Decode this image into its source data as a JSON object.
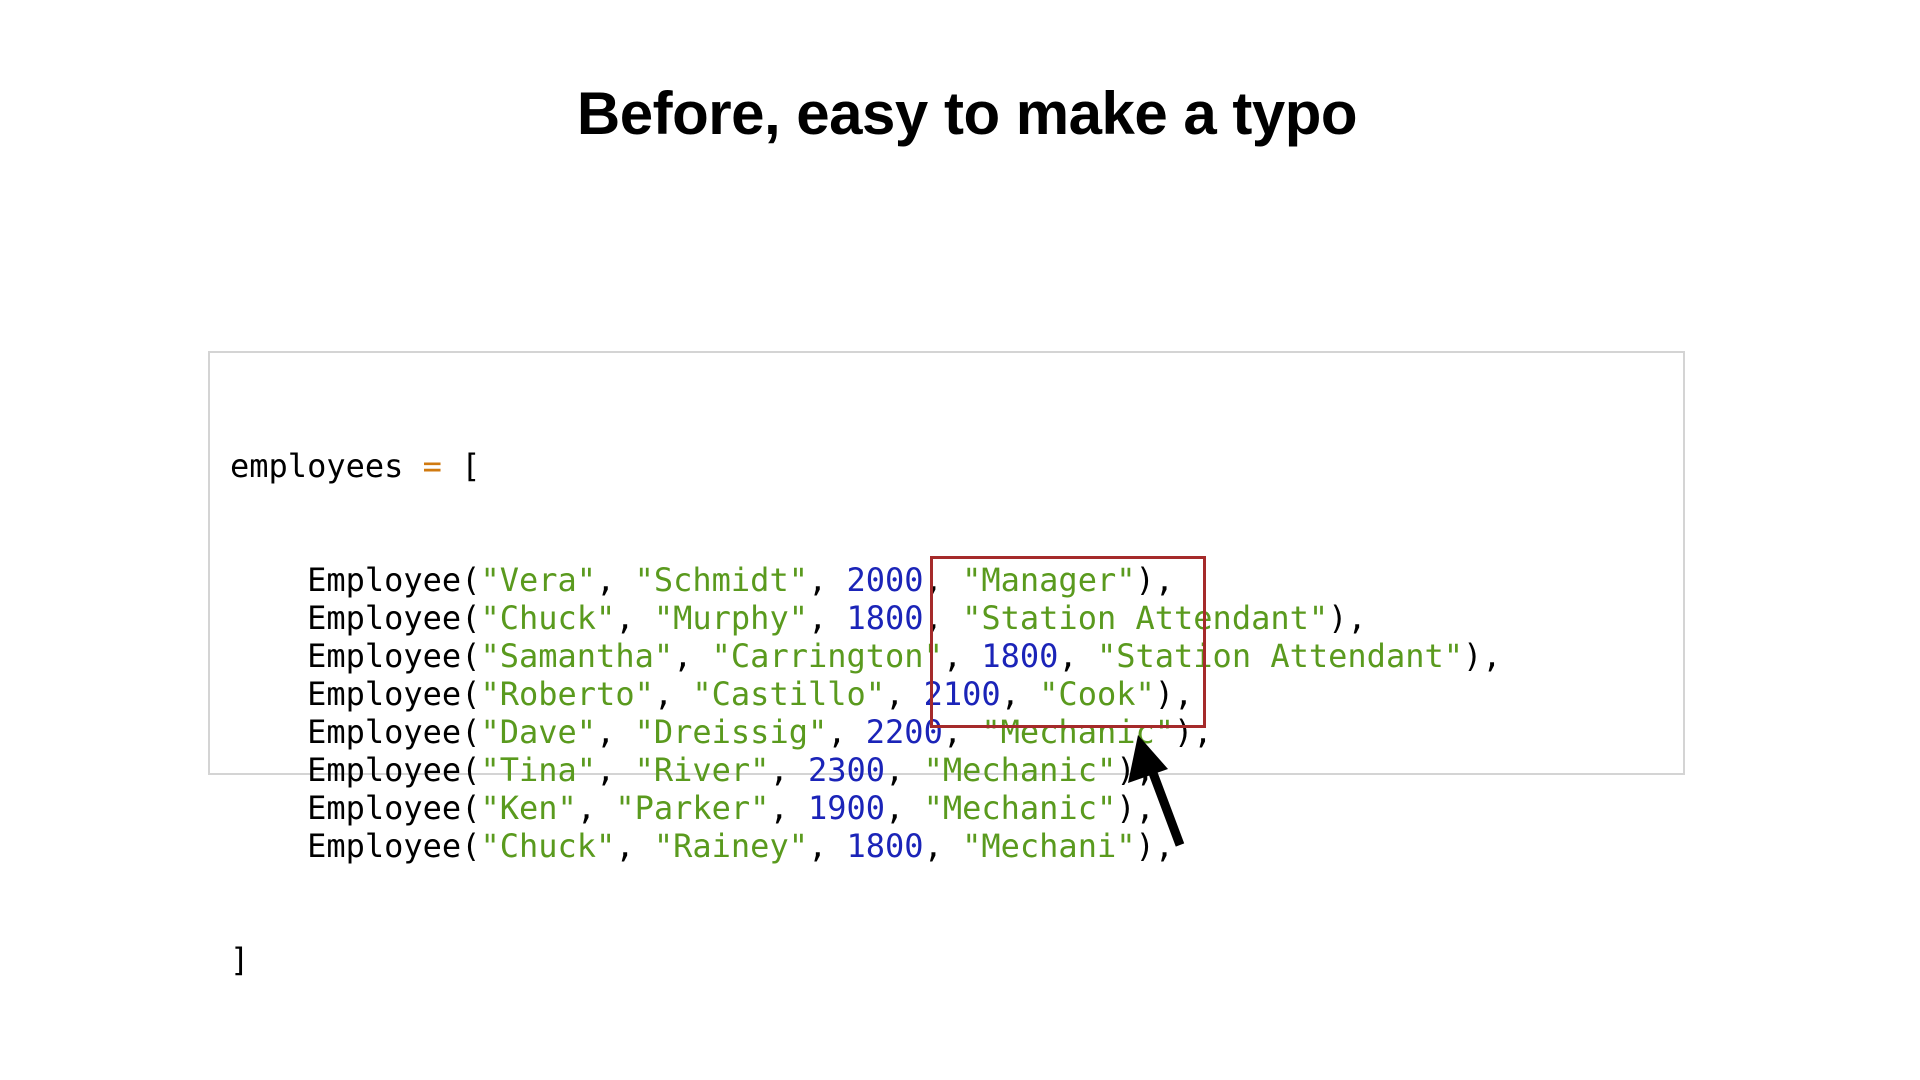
{
  "slide": {
    "title": "Before, easy to make a typo"
  },
  "code": {
    "variable": "employees",
    "assign_op": "=",
    "open_bracket": "[",
    "close_bracket": "]",
    "constructor": "Employee",
    "rows": [
      {
        "first": "\"Vera\"",
        "last": "\"Schmidt\"",
        "salary": "2000",
        "role": "\"Manager\""
      },
      {
        "first": "\"Chuck\"",
        "last": "\"Murphy\"",
        "salary": "1800",
        "role": "\"Station Attendant\""
      },
      {
        "first": "\"Samantha\"",
        "last": "\"Carrington\"",
        "salary": "1800",
        "role": "\"Station Attendant\""
      },
      {
        "first": "\"Roberto\"",
        "last": "\"Castillo\"",
        "salary": "2100",
        "role": "\"Cook\""
      },
      {
        "first": "\"Dave\"",
        "last": "\"Dreissig\"",
        "salary": "2200",
        "role": "\"Mechanic\""
      },
      {
        "first": "\"Tina\"",
        "last": "\"River\"",
        "salary": "2300",
        "role": "\"Mechanic\""
      },
      {
        "first": "\"Ken\"",
        "last": "\"Parker\"",
        "salary": "1900",
        "role": "\"Mechanic\""
      },
      {
        "first": "\"Chuck\"",
        "last": "\"Rainey\"",
        "salary": "1800",
        "role": "\"Mechani\""
      }
    ]
  },
  "annotation": {
    "highlight_color": "#a52a2a",
    "arrow_color": "#000000",
    "arrow_icon": "arrow-up-left-icon"
  },
  "colors": {
    "string": "#5a9a1e",
    "number": "#1b24b8",
    "operator": "#d07a10"
  }
}
